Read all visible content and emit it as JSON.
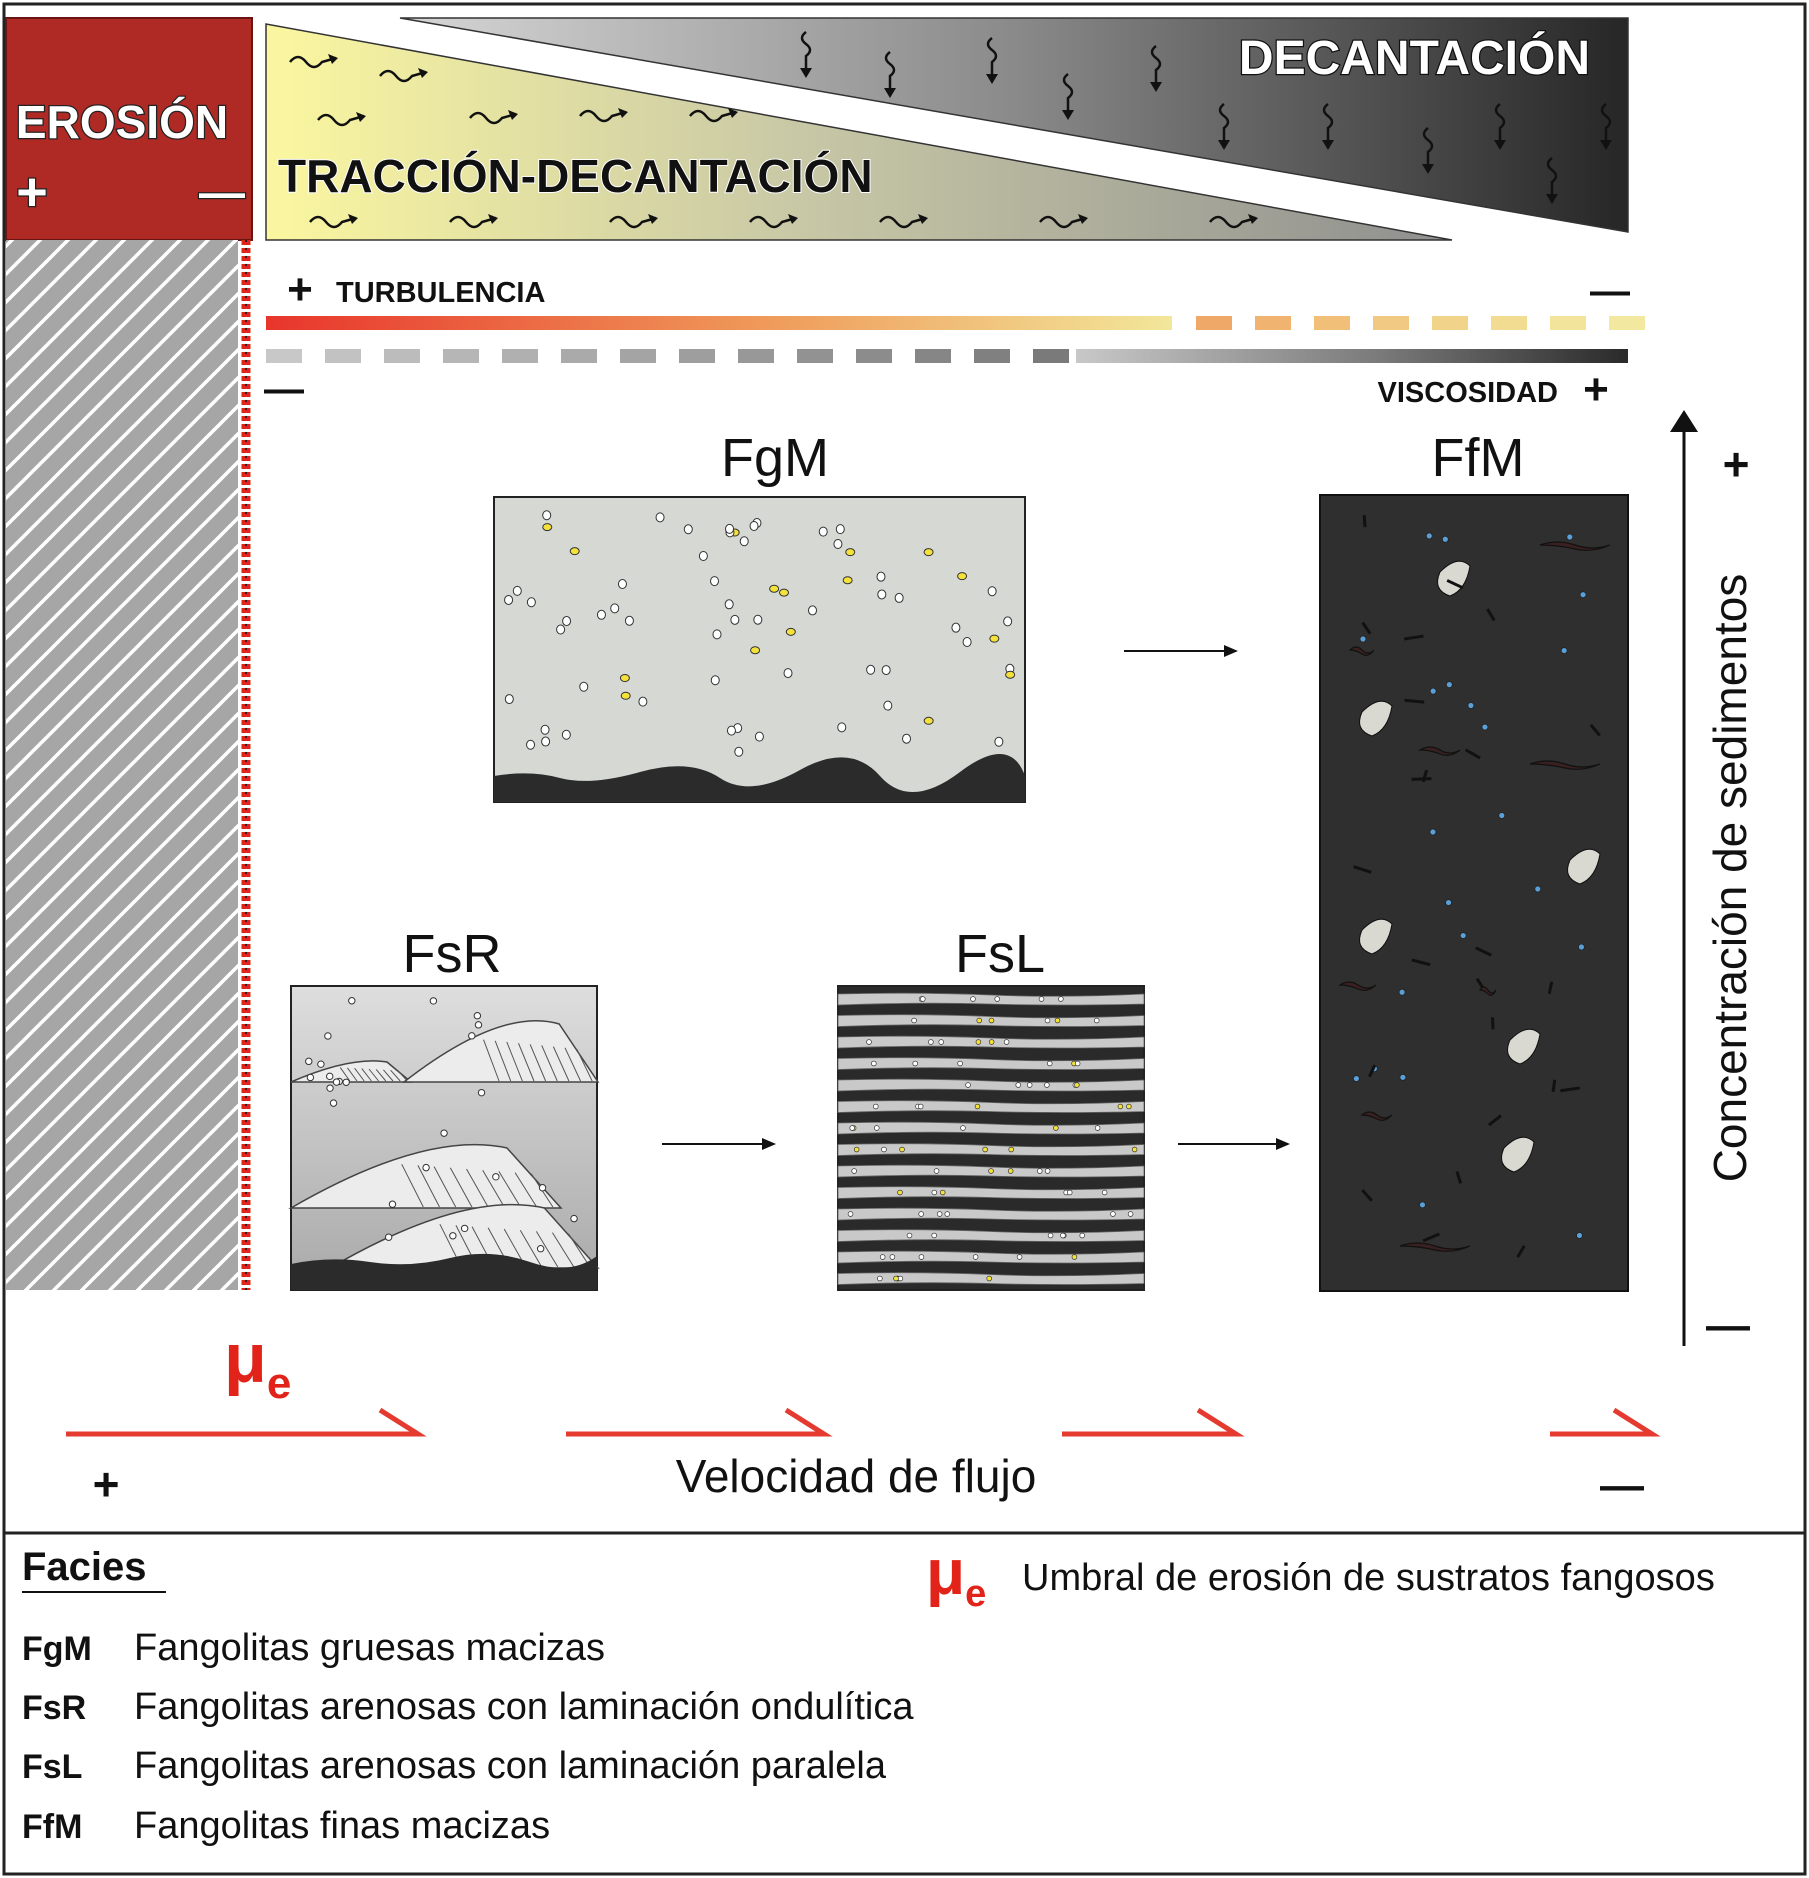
{
  "banner": {
    "erosion": {
      "label": "EROSIÓN",
      "plus": "+",
      "minus": "—"
    },
    "traccion_decantacion": "TRACCIÓN-DECANTACIÓN",
    "decantacion": "DECANTACIÓN"
  },
  "scales": {
    "turbulencia": {
      "plus": "+",
      "label": "TURBULENCIA",
      "minus": "—"
    },
    "viscosidad": {
      "minus": "—",
      "label": "VISCOSIDAD",
      "plus": "+"
    }
  },
  "facies_panels": {
    "fgm": "FgM",
    "ffm": "FfM",
    "fsr": "FsR",
    "fsl": "FsL"
  },
  "axes": {
    "concentracion": {
      "label": "Concentración de sedimentos",
      "plus": "+",
      "minus": "—"
    },
    "velocidad": {
      "label": "Velocidad de flujo",
      "plus": "+",
      "minus": "—"
    },
    "threshold": {
      "symbol": "μ",
      "subscript": "e"
    }
  },
  "legend": {
    "title": "Facies",
    "threshold_text": "Umbral de erosión de sustratos fangosos",
    "items": [
      {
        "code": "FgM",
        "desc": "Fangolitas gruesas macizas"
      },
      {
        "code": "FsR",
        "desc": "Fangolitas arenosas con laminación ondulítica"
      },
      {
        "code": "FsL",
        "desc": "Fangolitas arenosas con laminación paralela"
      },
      {
        "code": "FfM",
        "desc": "Fangolitas finas macizas"
      }
    ]
  },
  "colors": {
    "erosion_red": "#b02a25",
    "threshold_red": "#e2231a",
    "arrow_red": "#e43a2f",
    "panel_gray": "#d5d8d3",
    "ffm_dark": "#2f2f2f"
  }
}
